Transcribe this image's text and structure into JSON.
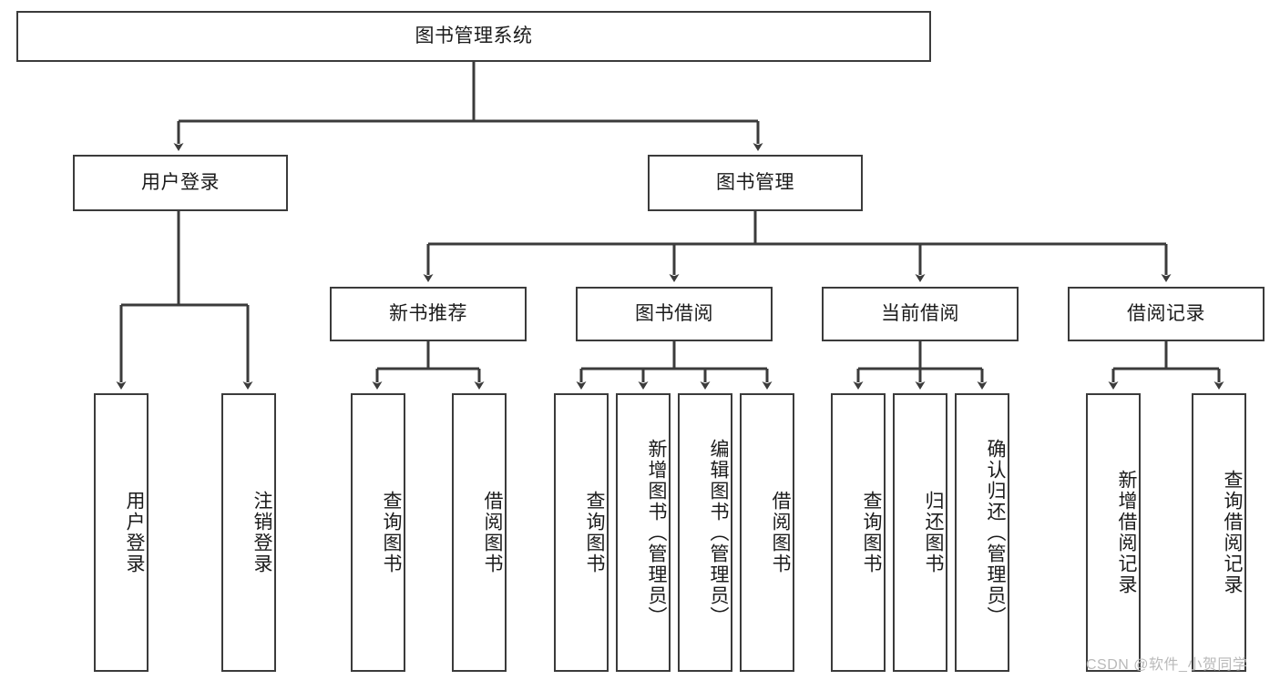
{
  "diagram": {
    "title": "图书管理系统",
    "watermark": "CSDN @软件_小贺同学",
    "colors": {
      "box_border": "#3b3b3b",
      "box_fill": "#ffffff",
      "edge": "#3b3b3b",
      "text": "#1b1b1b",
      "watermark": "#b9b9b9",
      "background": "#ffffff"
    },
    "root": {
      "label": "图书管理系统"
    },
    "level2": [
      {
        "label": "用户登录"
      },
      {
        "label": "图书管理"
      }
    ],
    "level3": [
      {
        "label": "新书推荐"
      },
      {
        "label": "图书借阅"
      },
      {
        "label": "当前借阅"
      },
      {
        "label": "借阅记录"
      }
    ],
    "leaves": {
      "user_login": [
        {
          "label": "用户登录"
        },
        {
          "label": "注销登录"
        }
      ],
      "new_book_recommend": [
        {
          "label": "查询图书"
        },
        {
          "label": "借阅图书"
        }
      ],
      "book_borrow": [
        {
          "label": "查询图书"
        },
        {
          "label": "新增图书（管理员）"
        },
        {
          "label": "编辑图书（管理员）"
        },
        {
          "label": "借阅图书"
        }
      ],
      "current_borrow": [
        {
          "label": "查询图书"
        },
        {
          "label": "归还图书"
        },
        {
          "label": "确认归还（管理员）"
        }
      ],
      "borrow_record": [
        {
          "label": "新增借阅记录"
        },
        {
          "label": "查询借阅记录"
        }
      ]
    }
  }
}
